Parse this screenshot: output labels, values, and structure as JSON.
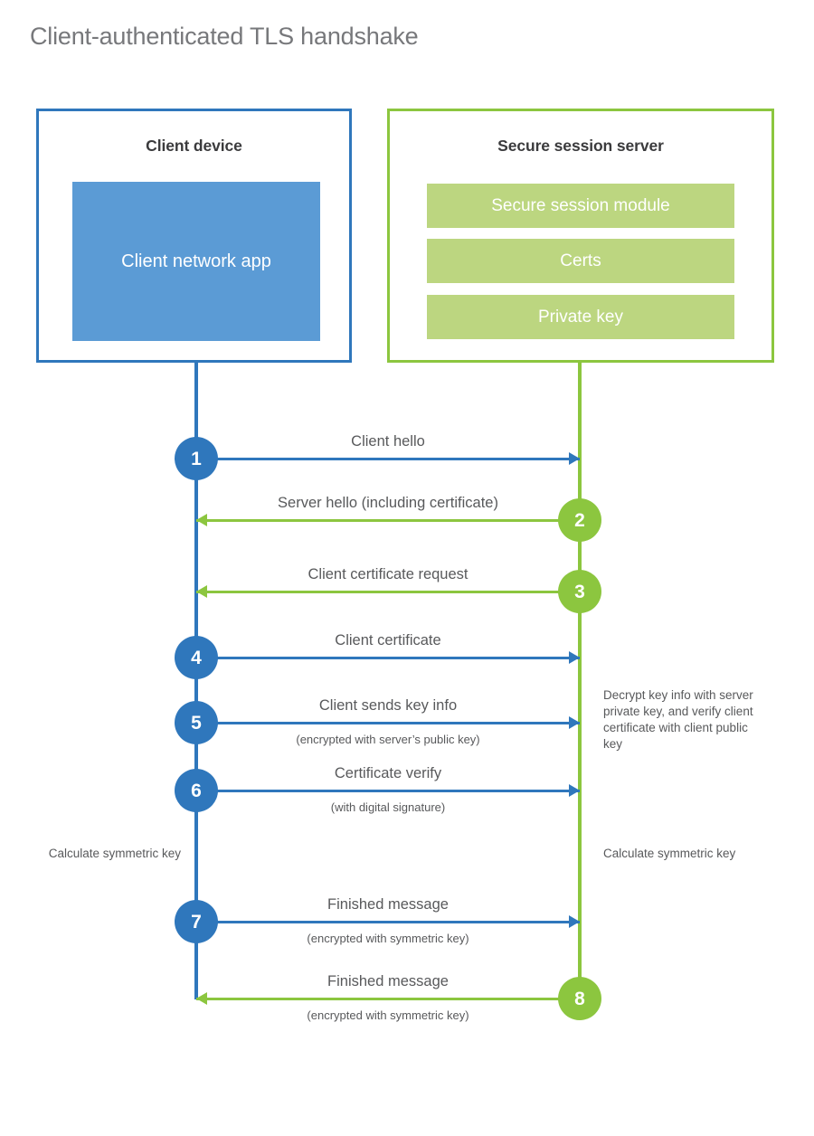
{
  "title": "Client-authenticated TLS handshake",
  "colors": {
    "blue": "#2f77bc",
    "blue_light": "#5b9bd5",
    "green": "#8cc63f",
    "green_light": "#bcd680",
    "text_gray": "#58595b",
    "title_gray": "#77787b"
  },
  "actors": {
    "client": {
      "title": "Client device",
      "blocks": [
        {
          "label": "Client network app"
        }
      ]
    },
    "server": {
      "title": "Secure session server",
      "blocks": [
        {
          "label": "Secure session module"
        },
        {
          "label": "Certs"
        },
        {
          "label": "Private key"
        }
      ]
    }
  },
  "steps": [
    {
      "number": "1",
      "label": "Client hello",
      "sub": "",
      "direction": "client-to-server"
    },
    {
      "number": "2",
      "label": "Server hello (including certificate)",
      "sub": "",
      "direction": "server-to-client"
    },
    {
      "number": "3",
      "label": "Client certificate request",
      "sub": "",
      "direction": "server-to-client"
    },
    {
      "number": "4",
      "label": "Client certificate",
      "sub": "",
      "direction": "client-to-server"
    },
    {
      "number": "5",
      "label": "Client sends key info",
      "sub": "(encrypted with server’s public key)",
      "direction": "client-to-server"
    },
    {
      "number": "6",
      "label": "Certificate verify",
      "sub": "(with digital signature)",
      "direction": "client-to-server"
    },
    {
      "number": "7",
      "label": "Finished message",
      "sub": "(encrypted with symmetric key)",
      "direction": "client-to-server"
    },
    {
      "number": "8",
      "label": "Finished message",
      "sub": "(encrypted with symmetric key)",
      "direction": "server-to-client"
    }
  ],
  "notes": {
    "server_decrypt": "Decrypt key info with server private key, and verify client certificate with client public key",
    "client_calculate": "Calculate symmetric key",
    "server_calculate": "Calculate symmetric key"
  }
}
